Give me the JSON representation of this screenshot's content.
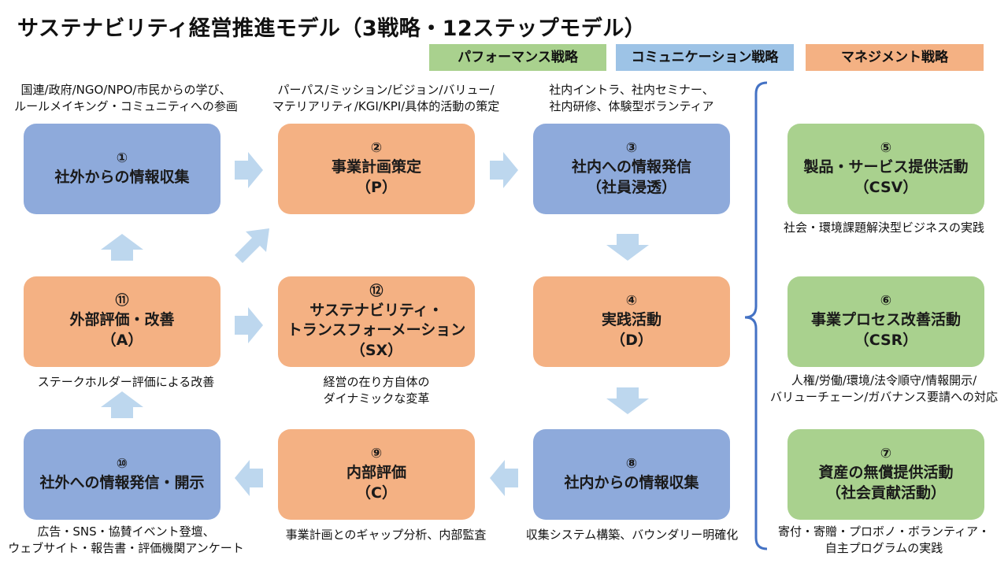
{
  "title": "サステナビリティ経営推進モデル（3戦略・12ステップモデル）",
  "legend": [
    {
      "label": "パフォーマンス戦略",
      "color": "#a9d18e"
    },
    {
      "label": "コミュニケーション戦略",
      "color": "#9dc3e6"
    },
    {
      "label": "マネジメント戦略",
      "color": "#f4b183"
    }
  ],
  "colors": {
    "blue_box": "#8eaadb",
    "orange_box": "#f4b183",
    "green_box": "#a9d18e",
    "arrow": "#bdd7ee",
    "brace": "#4472c4"
  },
  "steps": {
    "s1": {
      "num": "①",
      "lines": [
        "社外からの情報収集"
      ],
      "caption": [
        "国連/政府/NGO/NPO/市民からの学び、",
        "ルールメイキング・コミュニティへの参画"
      ]
    },
    "s2": {
      "num": "②",
      "lines": [
        "事業計画策定",
        "（P）"
      ],
      "caption": [
        "パーパス/ミッション/ビジョン/バリュー/",
        "マテリアリティ/KGI/KPI/具体的活動の策定"
      ]
    },
    "s3": {
      "num": "③",
      "lines": [
        "社内への情報発信",
        "（社員浸透）"
      ],
      "caption": [
        "社内イントラ、社内セミナー、",
        "社内研修、体験型ボランティア"
      ]
    },
    "s4": {
      "num": "④",
      "lines": [
        "実践活動",
        "（D）"
      ]
    },
    "s5": {
      "num": "⑤",
      "lines": [
        "製品・サービス提供活動",
        "（CSV）"
      ],
      "caption": [
        "社会・環境課題解決型ビジネスの実践"
      ]
    },
    "s6": {
      "num": "⑥",
      "lines": [
        "事業プロセス改善活動",
        "（CSR）"
      ],
      "caption": [
        "人権/労働/環境/法令順守/情報開示/",
        "バリューチェーン/ガバナンス要請への対応"
      ]
    },
    "s7": {
      "num": "⑦",
      "lines": [
        "資産の無償提供活動",
        "（社会貢献活動）"
      ],
      "caption": [
        "寄付・寄贈・プロボノ・ボランティア・",
        "自主プログラムの実践"
      ]
    },
    "s8": {
      "num": "⑧",
      "lines": [
        "社内からの情報収集"
      ],
      "caption": [
        "収集システム構築、バウンダリー明確化"
      ]
    },
    "s9": {
      "num": "⑨",
      "lines": [
        "内部評価",
        "（C）"
      ],
      "caption": [
        "事業計画とのギャップ分析、内部監査"
      ]
    },
    "s10": {
      "num": "⑩",
      "lines": [
        "社外への情報発信・開示"
      ],
      "caption": [
        "広告・SNS・協賛イベント登壇、",
        "ウェブサイト・報告書・評価機関アンケート"
      ]
    },
    "s11": {
      "num": "⑪",
      "lines": [
        "外部評価・改善",
        "（A）"
      ],
      "caption": [
        "ステークホルダー評価による改善"
      ]
    },
    "s12": {
      "num": "⑫",
      "lines": [
        "サステナビリティ・",
        "トランスフォーメーション",
        "（SX）"
      ],
      "caption": [
        "経営の在り方自体の",
        "ダイナミックな変革"
      ]
    }
  }
}
